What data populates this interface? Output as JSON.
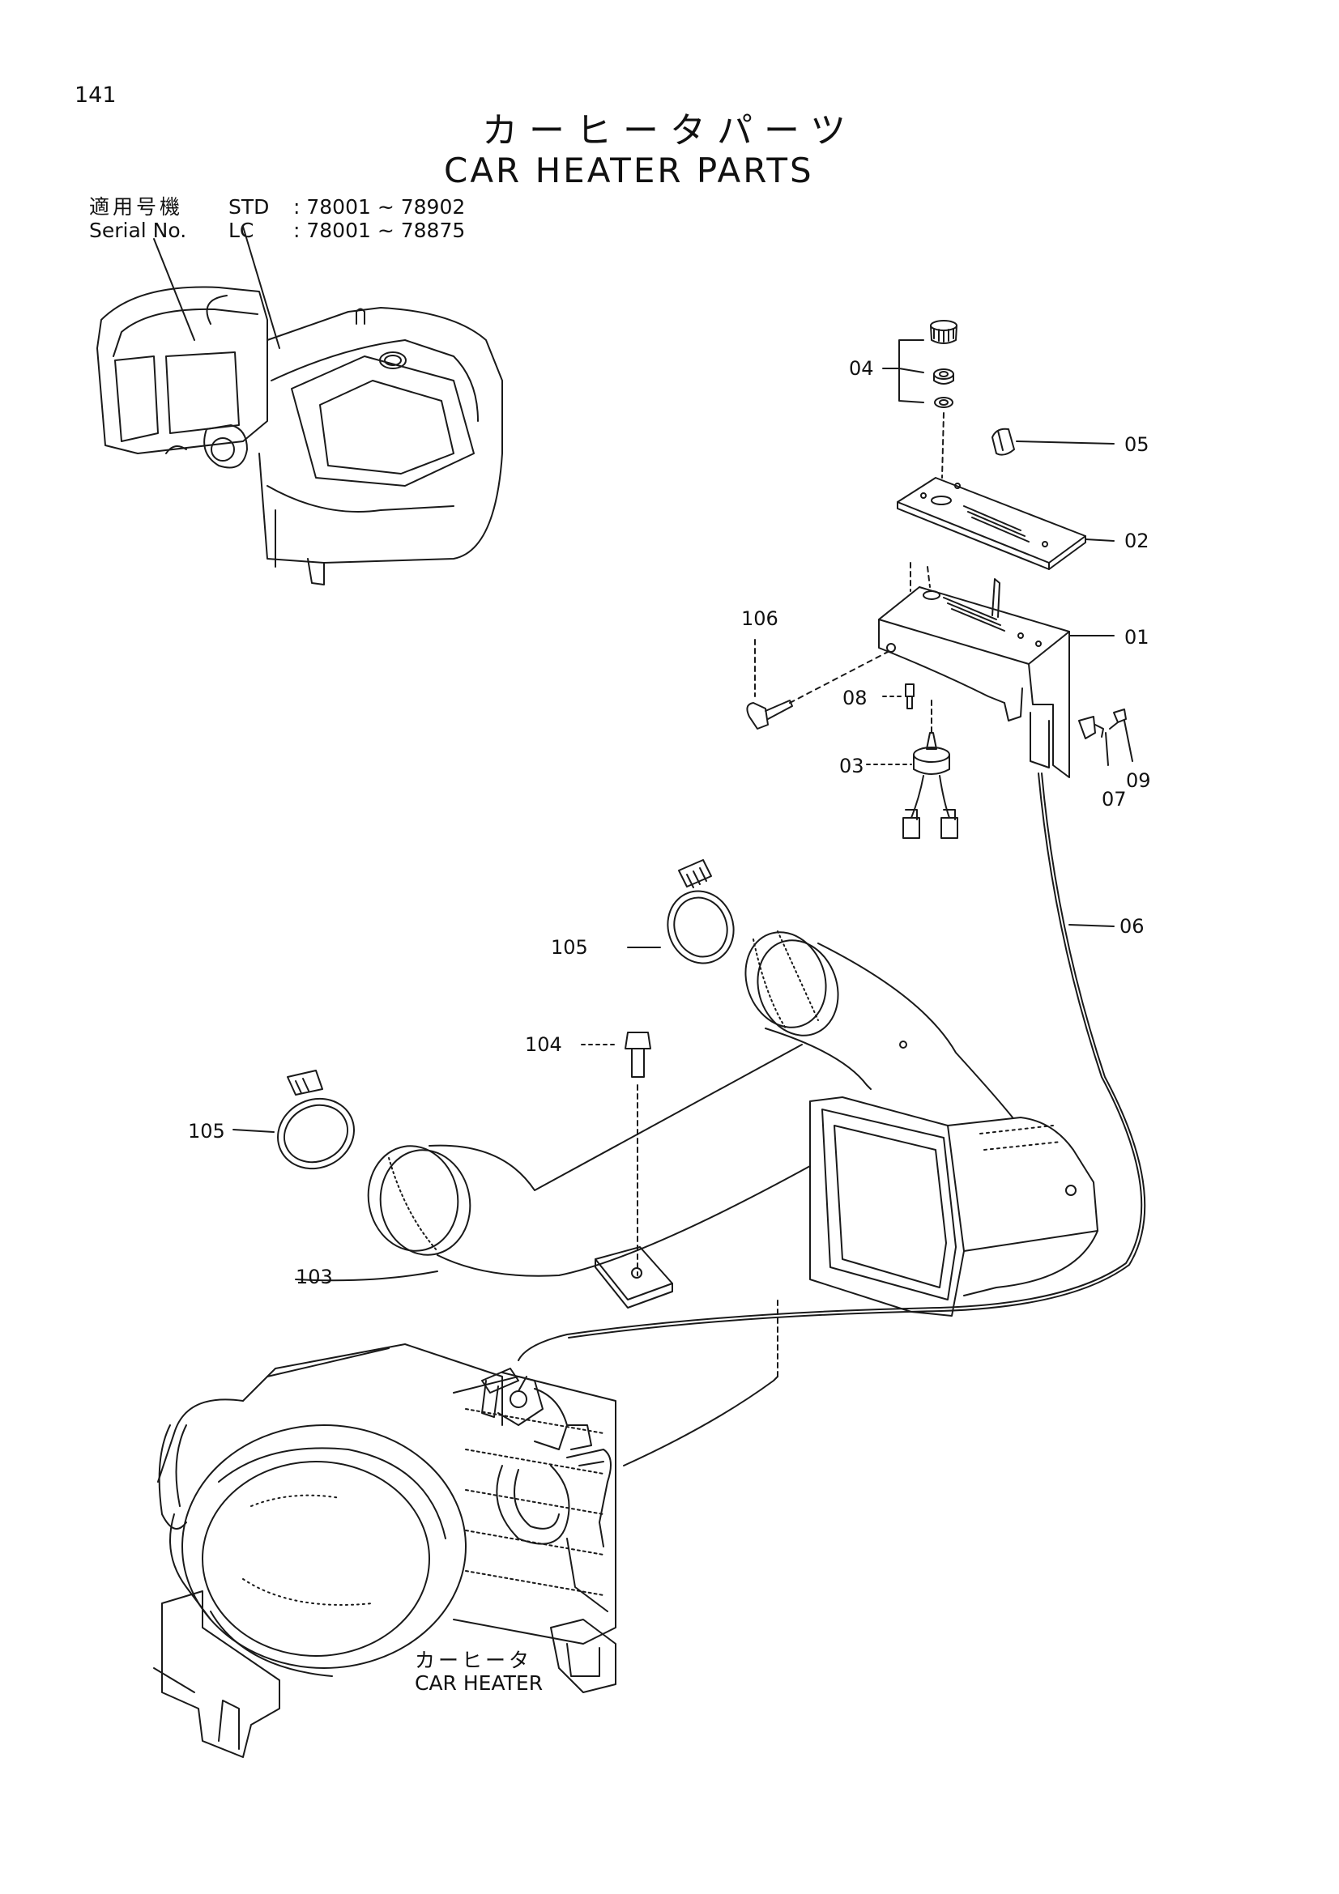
{
  "page_number": "141",
  "title": {
    "japanese": "カーヒータパーツ",
    "english": "CAR HEATER PARTS"
  },
  "applicability": {
    "label_japanese": "適用号機",
    "label_english": "Serial No.",
    "rows": [
      {
        "model": "STD",
        "range": ": 78001 ~ 78902"
      },
      {
        "model": "LC",
        "range": ": 78001 ~ 78875"
      }
    ]
  },
  "callouts": [
    "04",
    "05",
    "02",
    "01",
    "106",
    "08",
    "03",
    "09",
    "07",
    "06",
    "105",
    "104",
    "105",
    "103"
  ],
  "component_label": {
    "japanese": "カーヒータ",
    "english": "CAR HEATER"
  }
}
